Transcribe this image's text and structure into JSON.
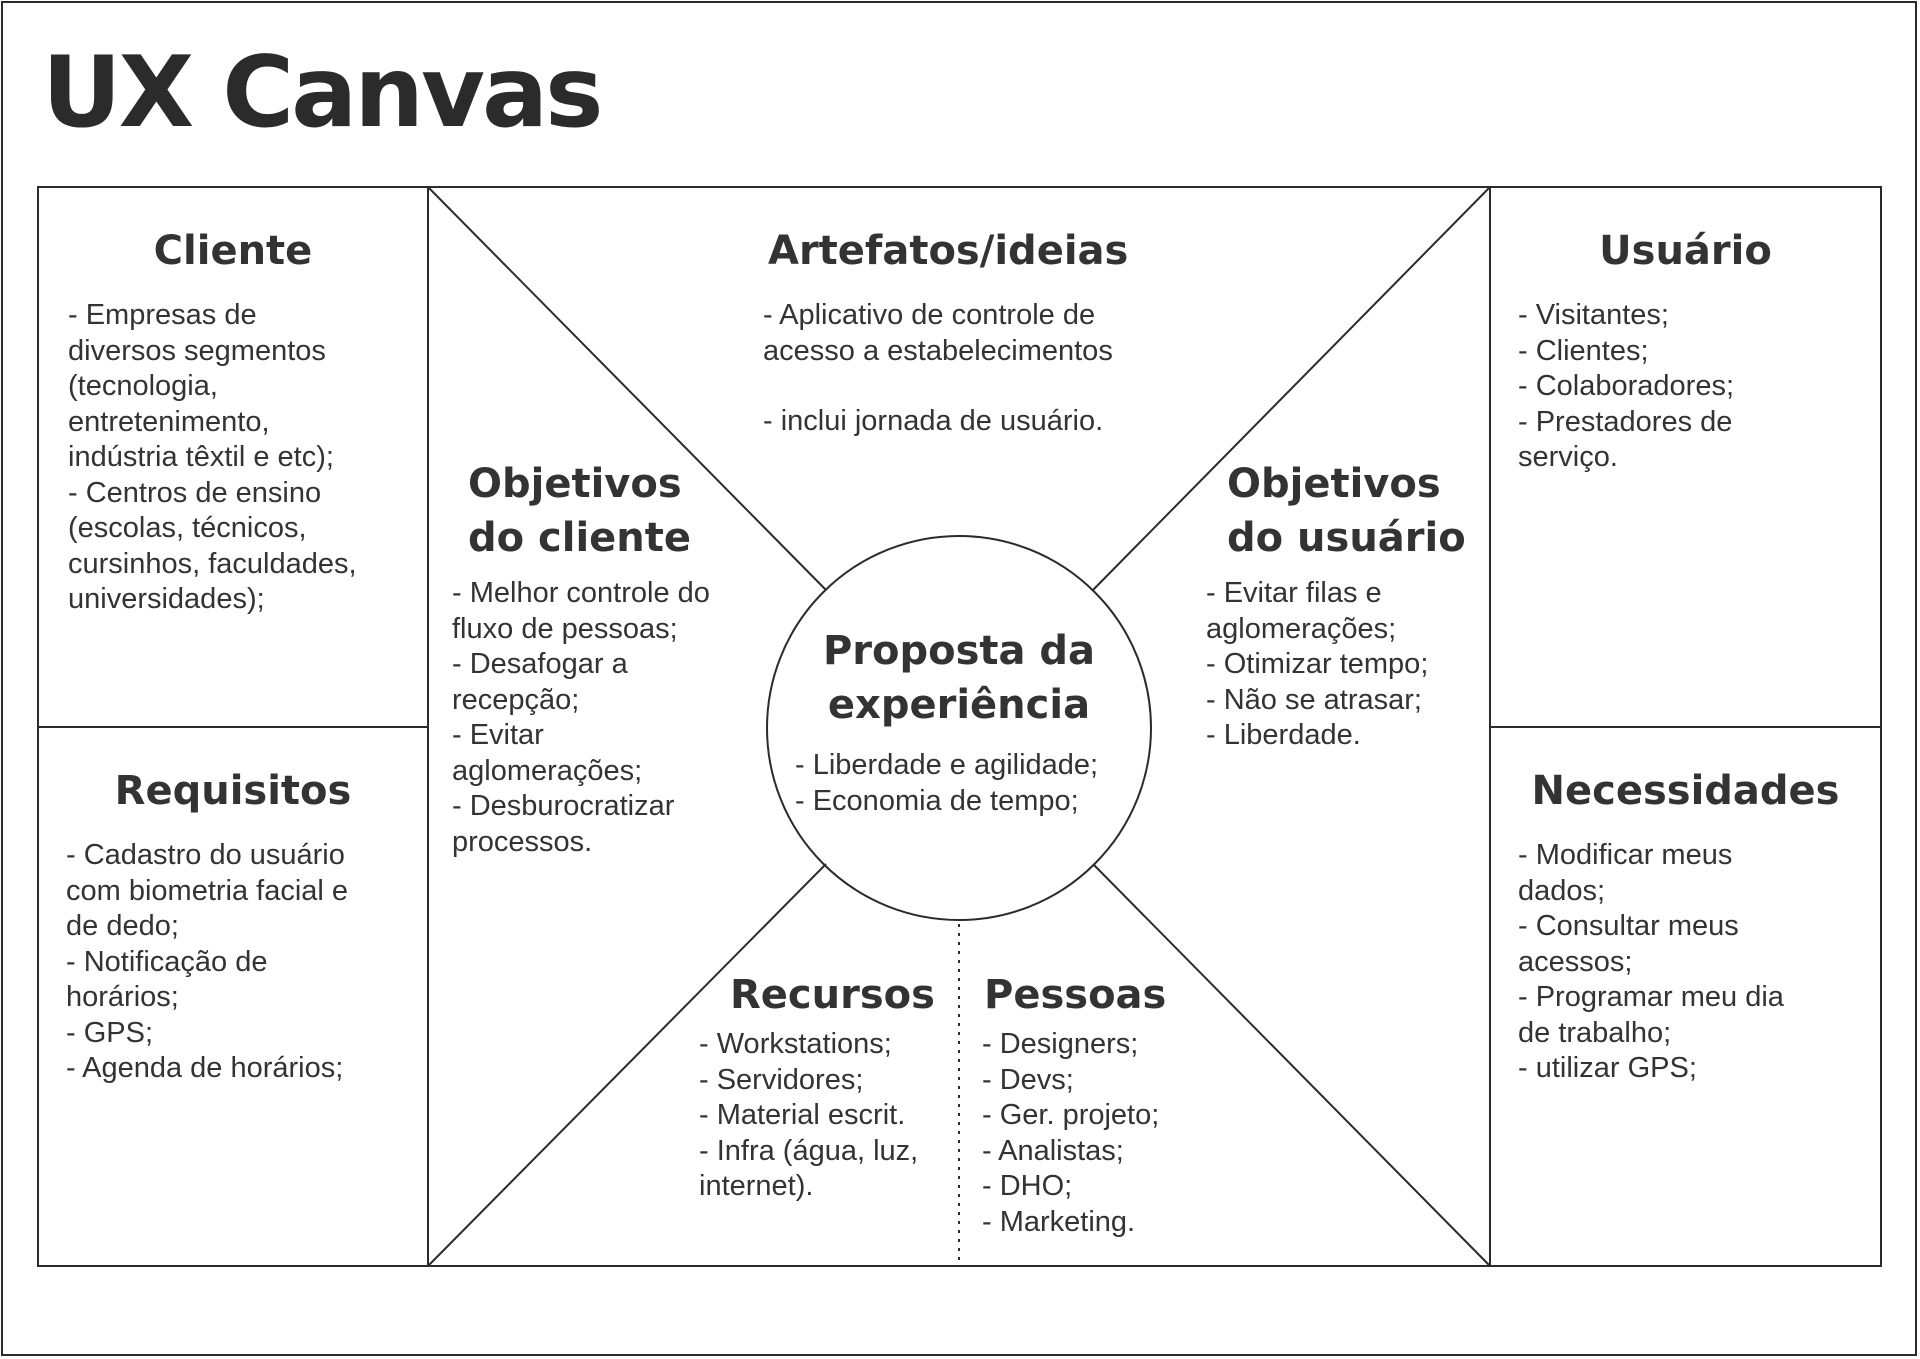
{
  "title": "UX Canvas",
  "colors": {
    "line": "#2b2b2b",
    "text": "#333333",
    "background": "#ffffff"
  },
  "sections": {
    "cliente": {
      "heading": "Cliente",
      "items": [
        "- Empresas de",
        "diversos segmentos",
        "(tecnologia,",
        "entretenimento,",
        "indústria têxtil e etc);",
        "- Centros de ensino",
        "(escolas, técnicos,",
        "cursinhos, faculdades,",
        "universidades);"
      ]
    },
    "requisitos": {
      "heading": "Requisitos",
      "items": [
        "- Cadastro do usuário",
        "com biometria facial e",
        "de dedo;",
        "- Notificação de",
        "horários;",
        "- GPS;",
        "- Agenda de horários;"
      ]
    },
    "artefatos": {
      "heading": "Artefatos/ideias",
      "items": [
        "- Aplicativo de controle de",
        "acesso a estabelecimentos",
        "- inclui jornada de usuário."
      ]
    },
    "objetivos_cliente": {
      "heading_line1": "Objetivos",
      "heading_line2": "do cliente",
      "items": [
        "- Melhor controle do",
        "fluxo de pessoas;",
        "- Desafogar a",
        "recepção;",
        "- Evitar",
        "aglomerações;",
        "- Desburocratizar",
        "processos."
      ]
    },
    "proposta": {
      "heading_line1": "Proposta da",
      "heading_line2": "experiência",
      "items": [
        "- Liberdade e agilidade;",
        "- Economia de tempo;"
      ]
    },
    "objetivos_usuario": {
      "heading_line1": "Objetivos",
      "heading_line2": "do usuário",
      "items": [
        "- Evitar filas e",
        "aglomerações;",
        "- Otimizar tempo;",
        "- Não se atrasar;",
        "- Liberdade."
      ]
    },
    "recursos": {
      "heading": "Recursos",
      "items": [
        "- Workstations;",
        "- Servidores;",
        "- Material escrit.",
        "- Infra (água, luz,",
        "internet)."
      ]
    },
    "pessoas": {
      "heading": "Pessoas",
      "items": [
        "- Designers;",
        "- Devs;",
        "- Ger. projeto;",
        "- Analistas;",
        "- DHO;",
        "- Marketing."
      ]
    },
    "usuario": {
      "heading": "Usuário",
      "items": [
        "- Visitantes;",
        "- Clientes;",
        "- Colaboradores;",
        "- Prestadores de",
        "serviço."
      ]
    },
    "necessidades": {
      "heading": "Necessidades",
      "items": [
        "- Modificar meus",
        "dados;",
        "- Consultar meus",
        "acessos;",
        "- Programar meu dia",
        "de trabalho;",
        "- utilizar GPS;"
      ]
    }
  }
}
